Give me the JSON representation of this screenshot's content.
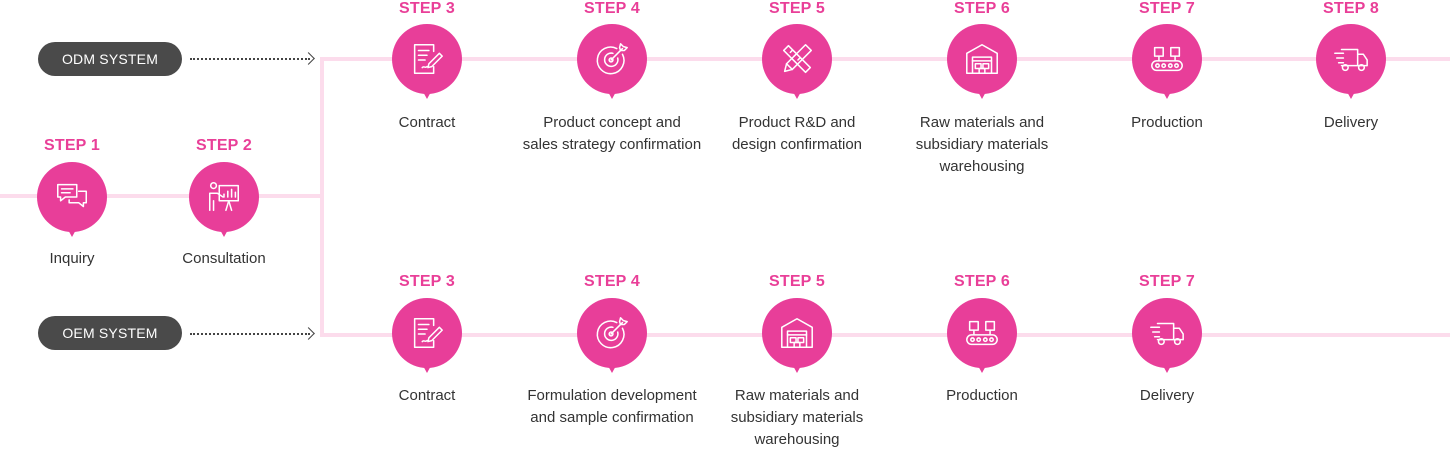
{
  "colors": {
    "accent": "#e83e99",
    "line": "#fcdcec",
    "pill": "#4a4a4a"
  },
  "start": [
    {
      "step": "STEP 1",
      "caption": [
        "Inquiry"
      ],
      "icon": "chat-icon"
    },
    {
      "step": "STEP 2",
      "caption": [
        "Consultation"
      ],
      "icon": "presentation-icon"
    }
  ],
  "odm": {
    "label": "ODM SYSTEM",
    "steps": [
      {
        "step": "STEP 3",
        "caption": [
          "Contract"
        ],
        "icon": "contract-icon"
      },
      {
        "step": "STEP 4",
        "caption": [
          "Product concept and",
          "sales strategy confirmation"
        ],
        "icon": "target-icon"
      },
      {
        "step": "STEP 5",
        "caption": [
          "Product R&D and",
          "design confirmation"
        ],
        "icon": "ruler-pencil-icon"
      },
      {
        "step": "STEP 6",
        "caption": [
          "Raw materials and",
          "subsidiary materials",
          "warehousing"
        ],
        "icon": "warehouse-icon"
      },
      {
        "step": "STEP 7",
        "caption": [
          "Production"
        ],
        "icon": "conveyor-icon"
      },
      {
        "step": "STEP 8",
        "caption": [
          "Delivery"
        ],
        "icon": "truck-icon"
      }
    ]
  },
  "oem": {
    "label": "OEM SYSTEM",
    "steps": [
      {
        "step": "STEP 3",
        "caption": [
          "Contract"
        ],
        "icon": "contract-icon"
      },
      {
        "step": "STEP 4",
        "caption": [
          "Formulation development",
          "and sample confirmation"
        ],
        "icon": "target-icon"
      },
      {
        "step": "STEP 5",
        "caption": [
          "Raw materials and",
          "subsidiary materials",
          "warehousing"
        ],
        "icon": "warehouse-icon"
      },
      {
        "step": "STEP 6",
        "caption": [
          "Production"
        ],
        "icon": "conveyor-icon"
      },
      {
        "step": "STEP 7",
        "caption": [
          "Delivery"
        ],
        "icon": "truck-icon"
      }
    ]
  }
}
